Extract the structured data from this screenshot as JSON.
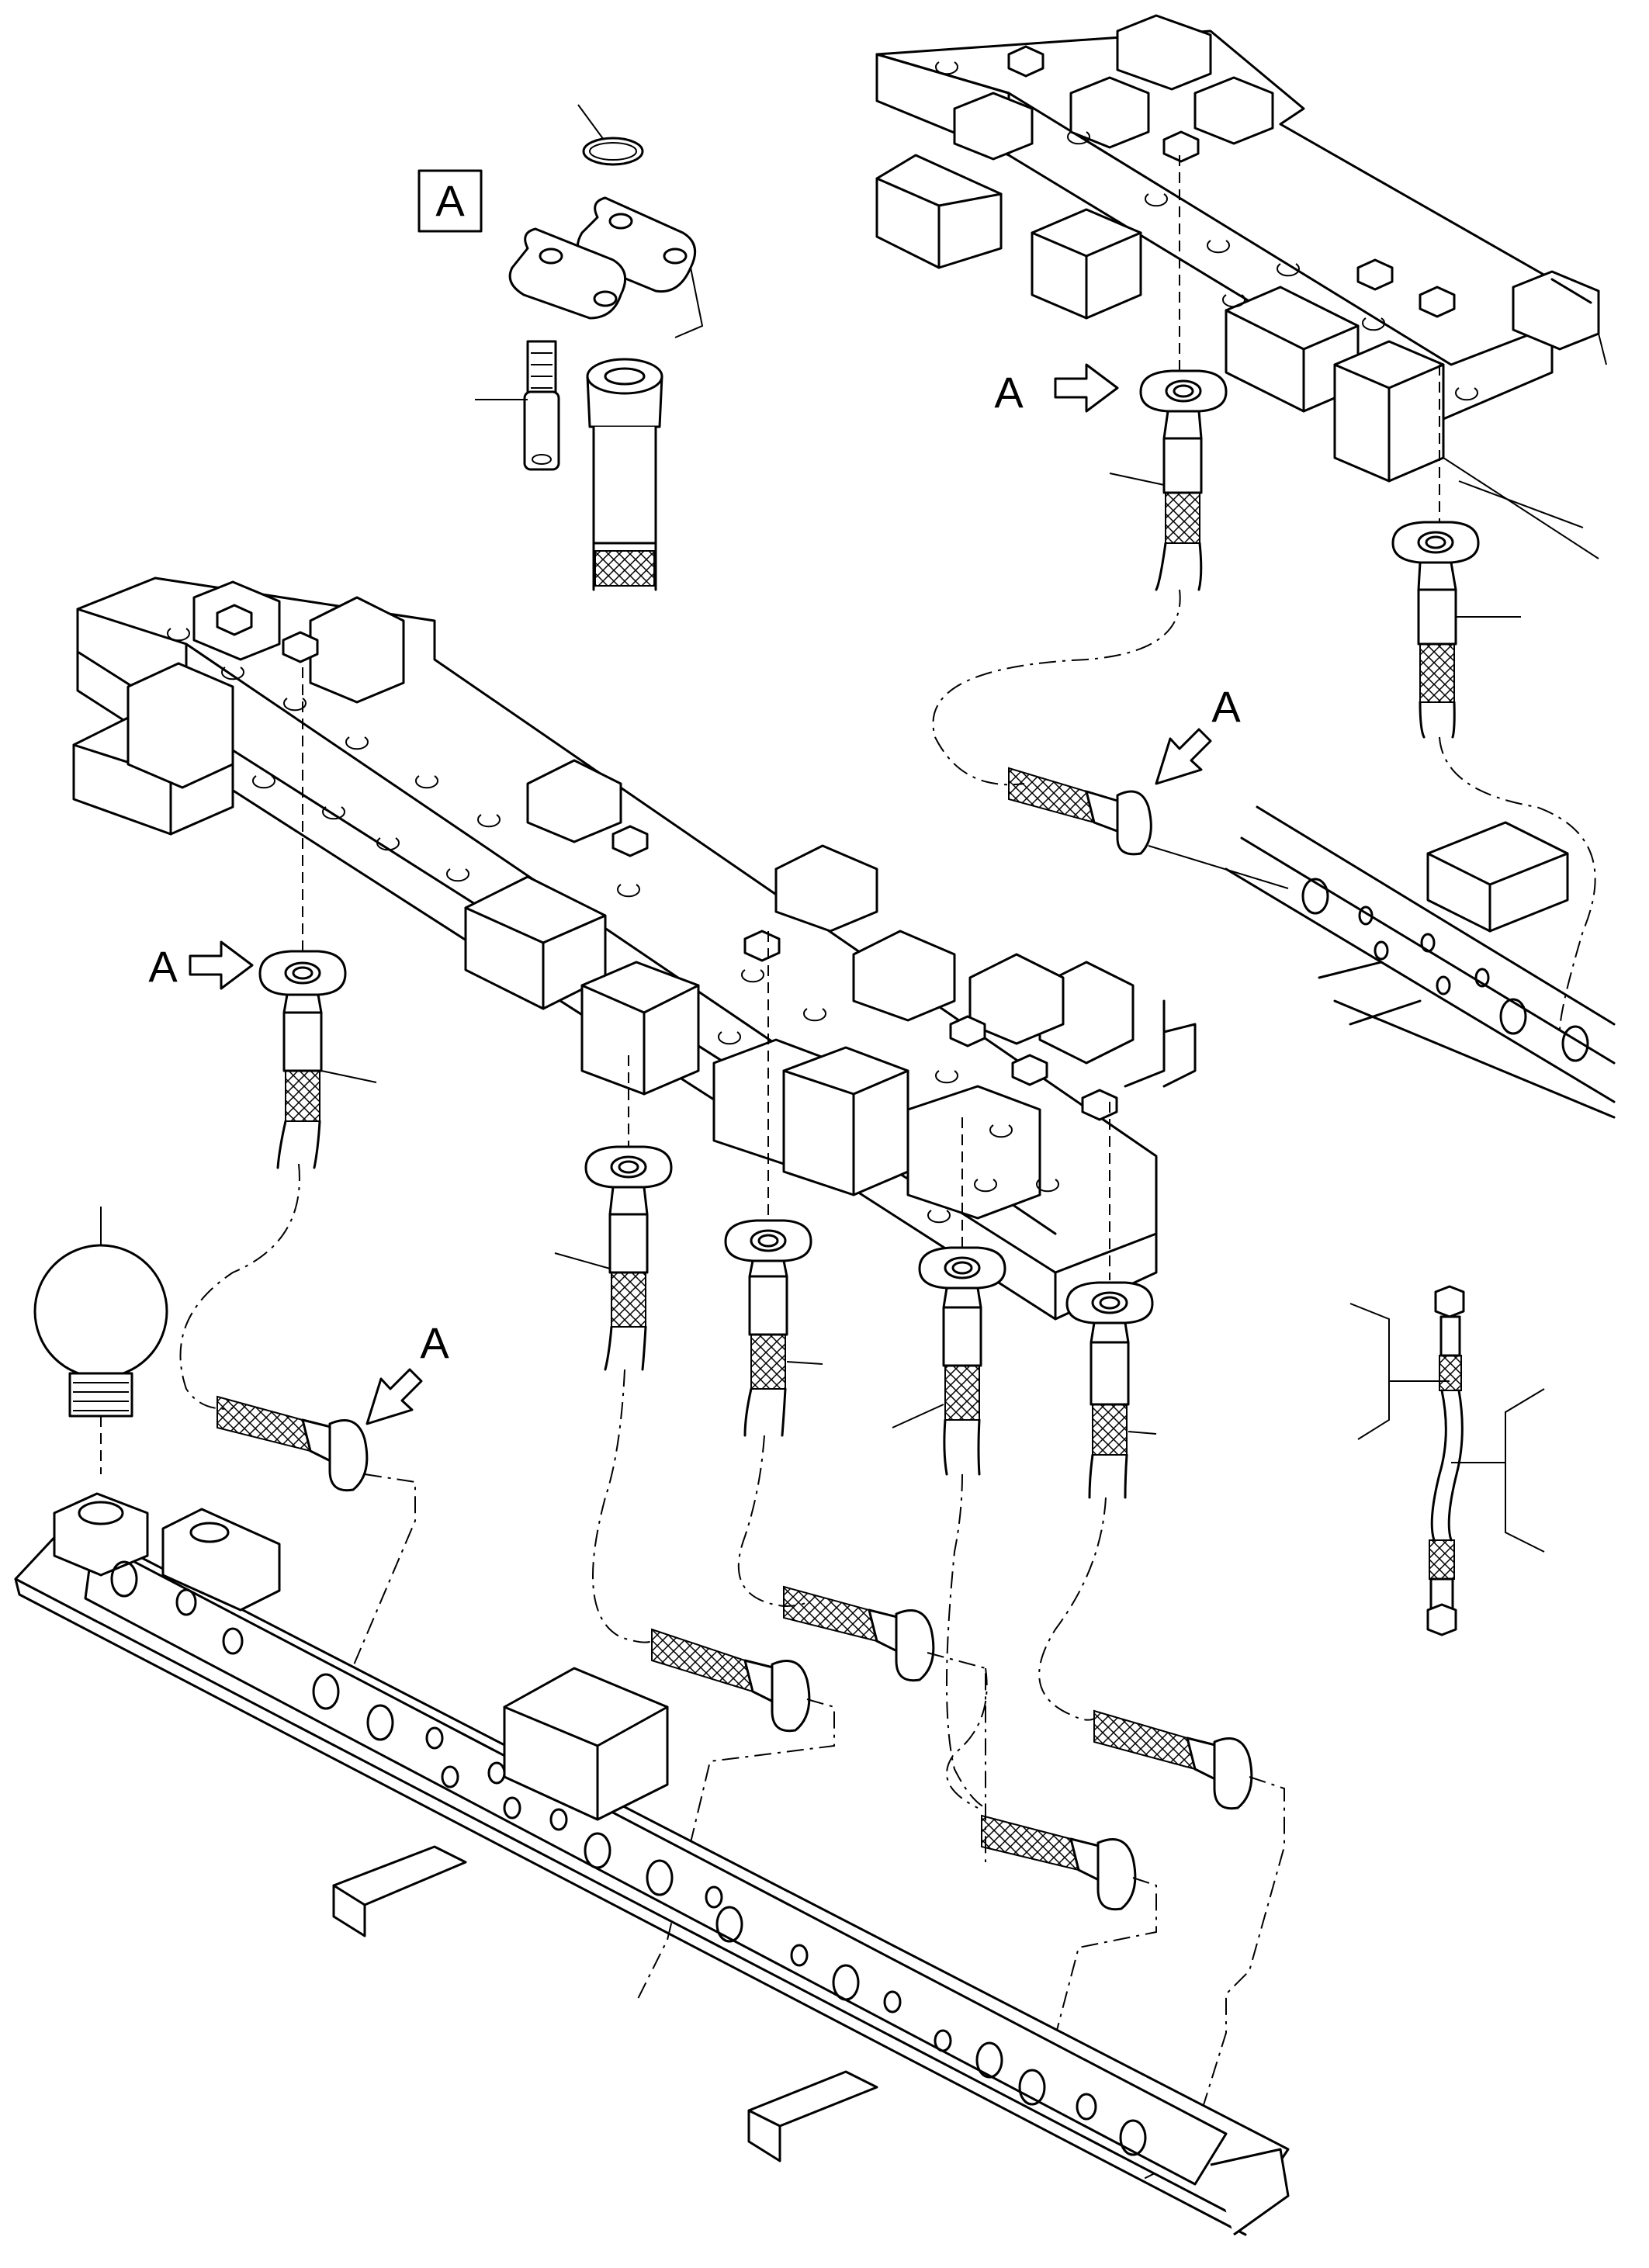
{
  "labels": {
    "detail_box": "A",
    "view_a_top_right_1": "A",
    "view_a_top_right_2": "A",
    "view_a_left_1": "A",
    "view_a_left_2": "A"
  }
}
